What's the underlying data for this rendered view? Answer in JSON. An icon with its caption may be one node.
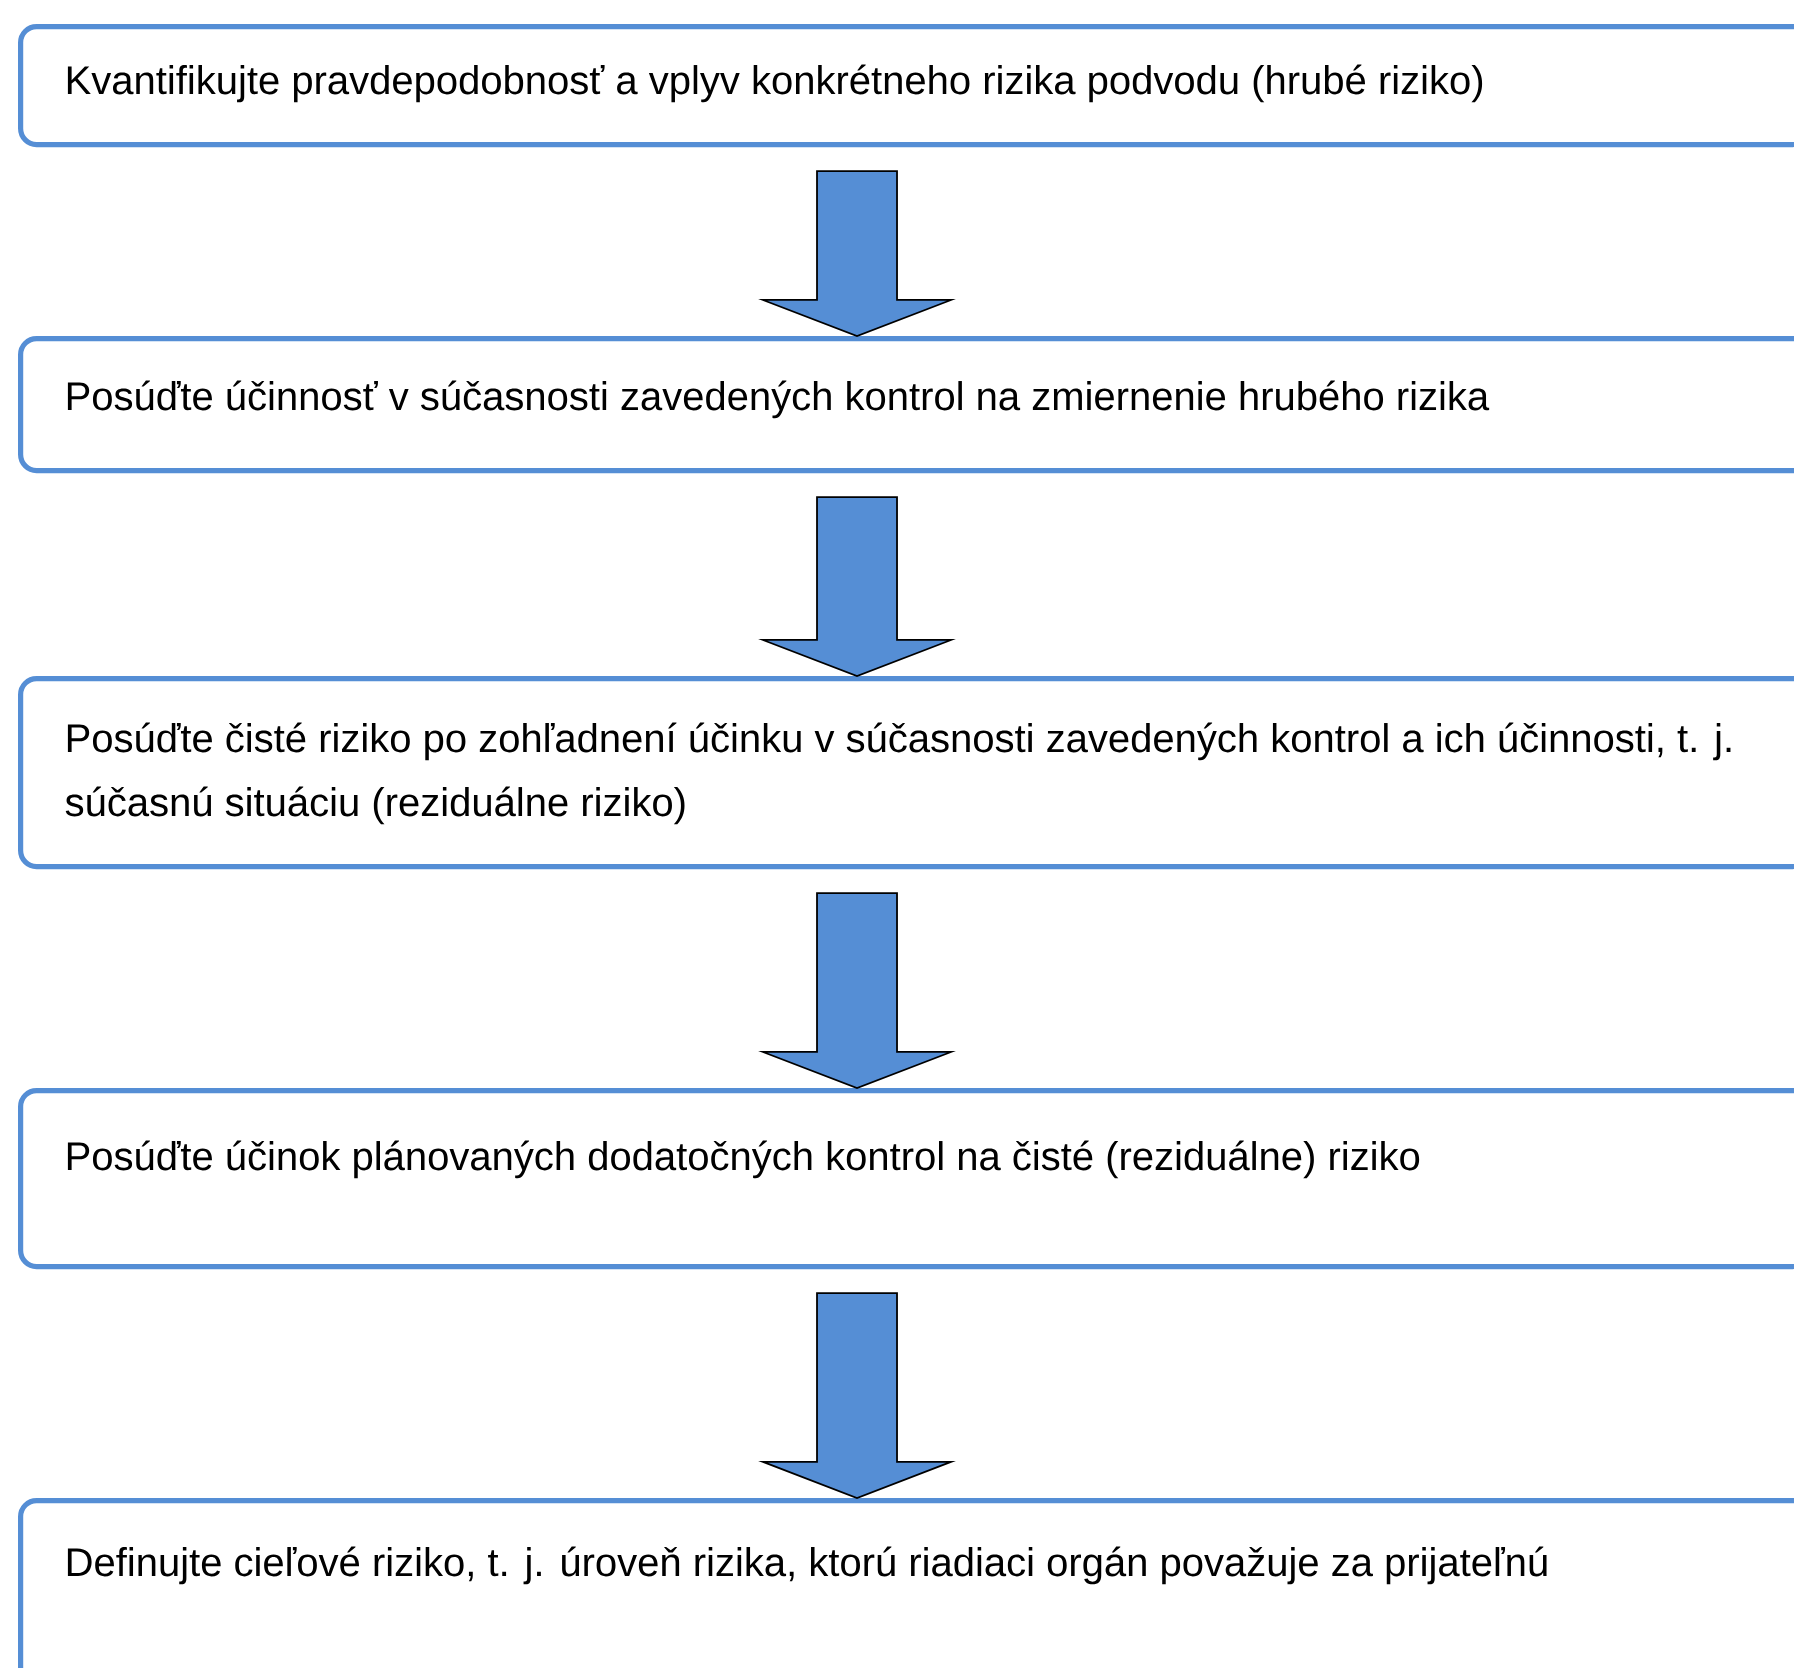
{
  "diagram": {
    "nodes": [
      {
        "text": [
          "Kvantifikujte pravdepodobnosť a vplyv konkrétneho rizika podvodu (hrubé riziko)"
        ]
      },
      {
        "text": [
          "Posúďte účinnosť v súčasnosti zavedených kontrol na zmiernenie hrubého rizika"
        ]
      },
      {
        "text": [
          "Posúďte čisté riziko po zohľadnení účinku v súčasnosti zavedených kontrol a ich účinnosti, t. j. súčasnú situáciu (reziduálne riziko)"
        ]
      },
      {
        "text": [
          "Posúďte účinok plánovaných dodatočných kontrol na čisté (reziduálne) riziko"
        ]
      },
      {
        "text": [
          "Definujte cieľové riziko, t. j. úroveň rizika, ktorú riadiaci orgán považuje za prijateľnú"
        ]
      }
    ],
    "edges": [
      {
        "from": 0,
        "to": 1,
        "arrow": "to"
      },
      {
        "from": 1,
        "to": 2,
        "arrow": "to"
      },
      {
        "from": 2,
        "to": 3,
        "arrow": "to"
      },
      {
        "from": 3,
        "to": 4,
        "arrow": "to"
      }
    ]
  }
}
